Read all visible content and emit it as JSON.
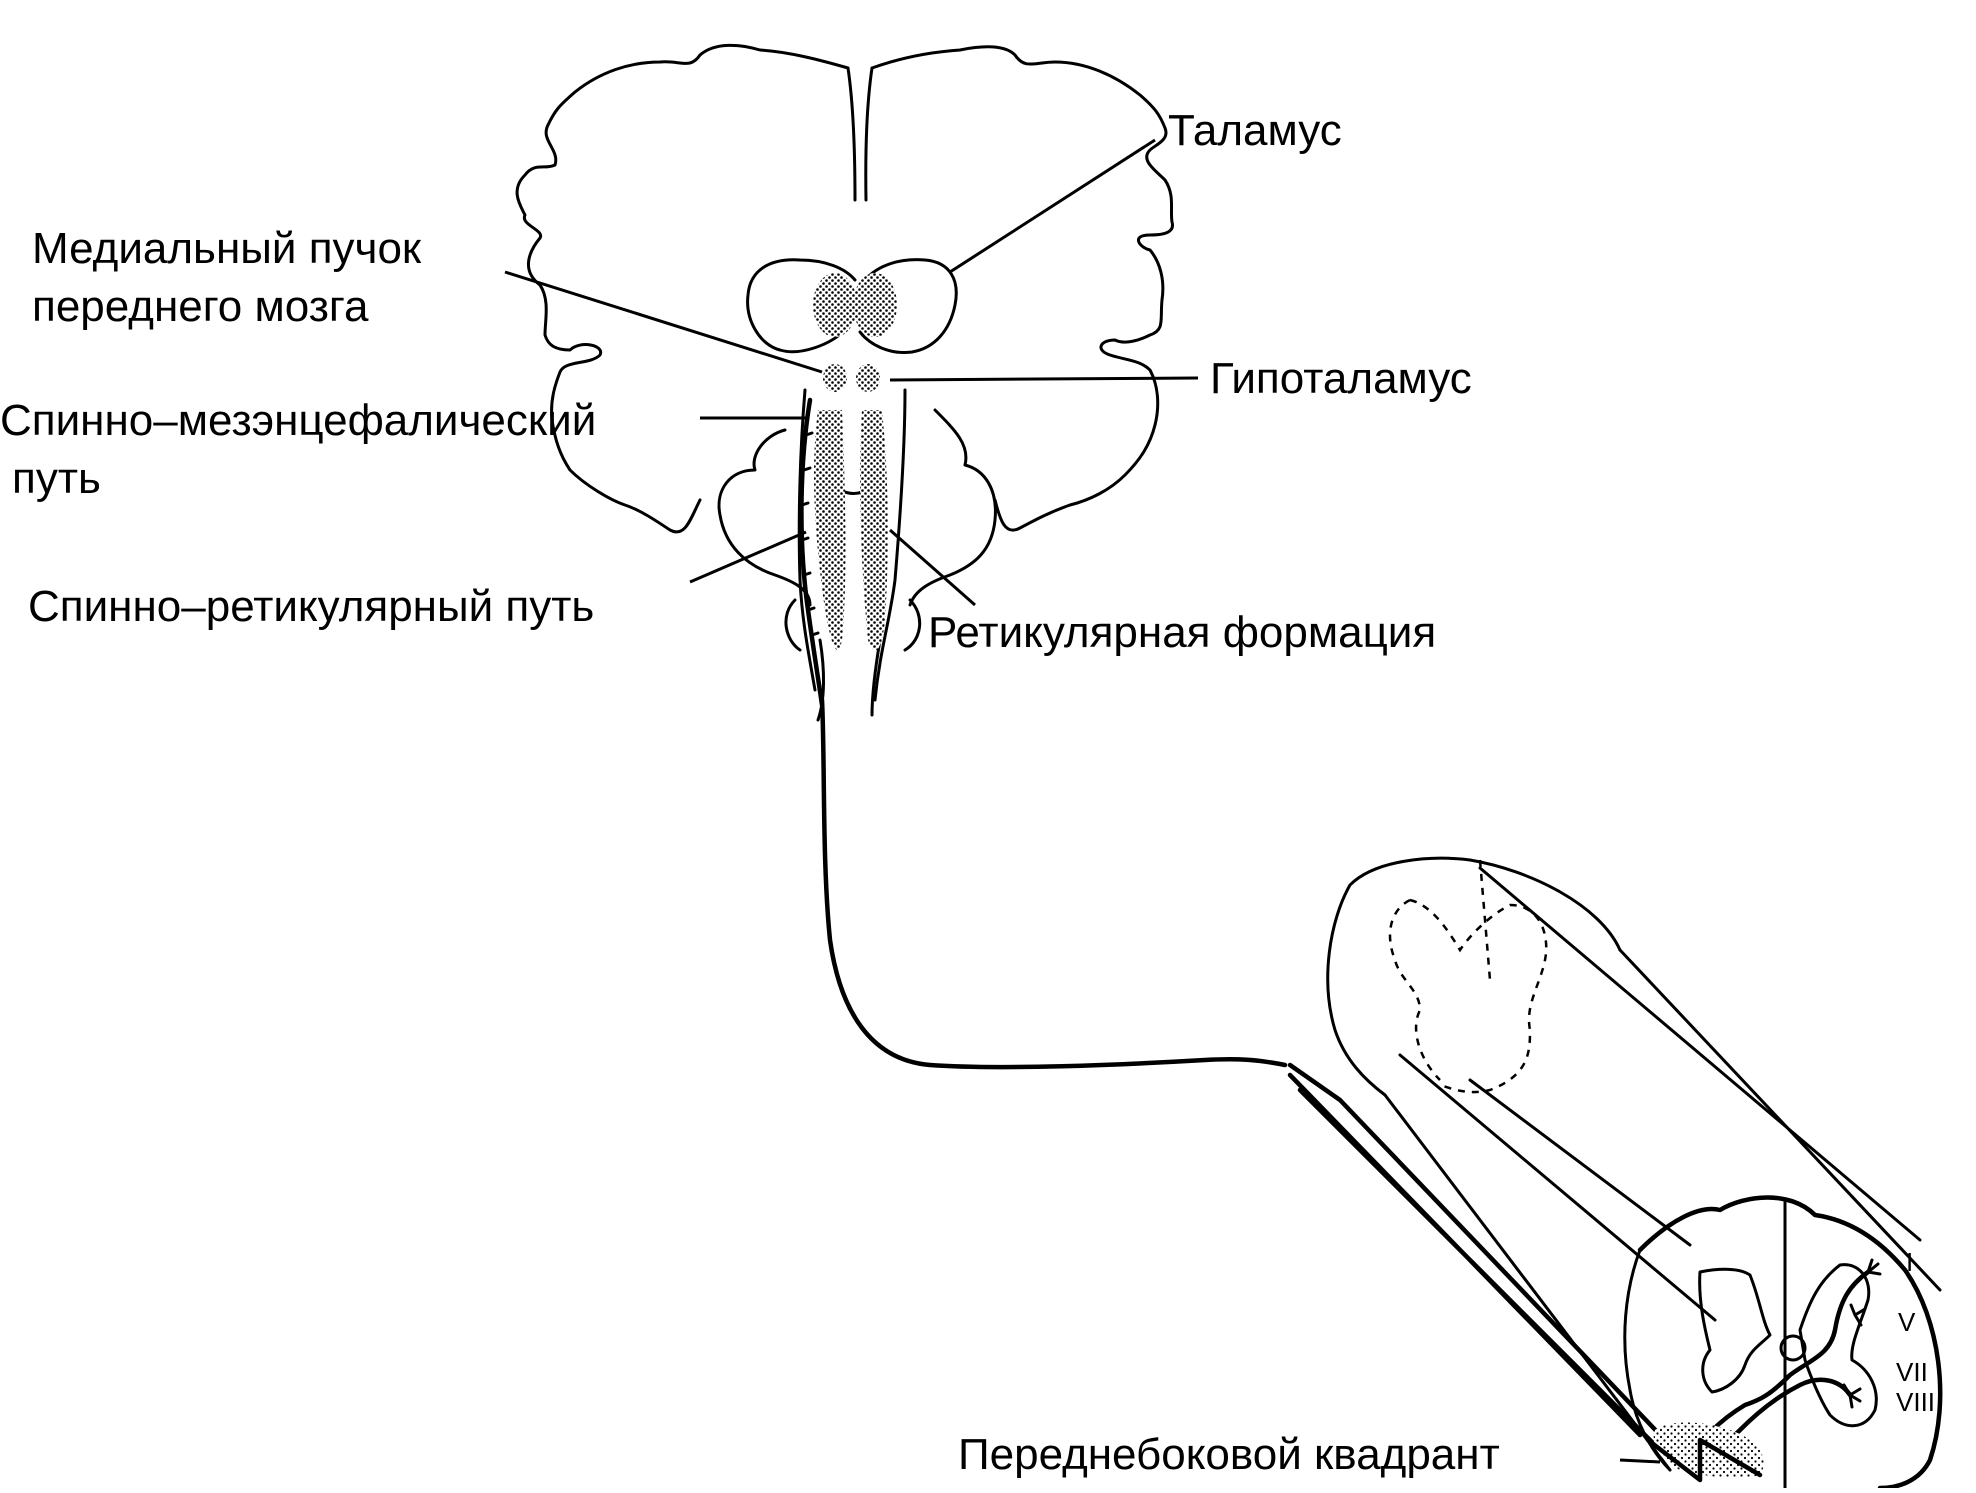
{
  "labels": {
    "thalamus": "Таламус",
    "medial_bundle_line1": "Медиальный пучок",
    "medial_bundle_line2": "переднего мозга",
    "hypothalamus": "Гипоталамус",
    "spinomesencephalic_line1": "Спинно–мезэнцефалический",
    "spinomesencephalic_line2": "путь",
    "spinoreticular": "Спинно–ретикулярный путь",
    "reticular_formation": "Ретикулярная формация",
    "anterolateral_quadrant": "Переднебоковой квадрант"
  },
  "laminae": {
    "i": "I",
    "v": "V",
    "vii": "VII",
    "viii": "VIII"
  }
}
